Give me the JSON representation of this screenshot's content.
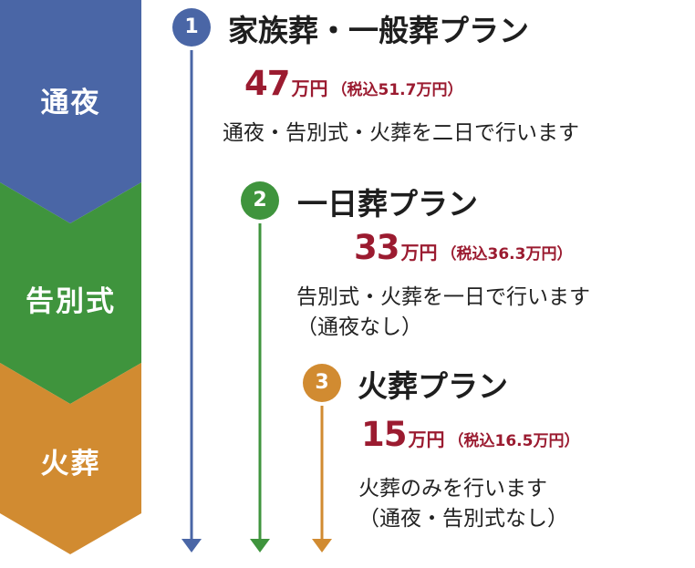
{
  "colors": {
    "stage1": "#4a66a6",
    "stage2": "#3f943d",
    "stage3": "#d18b31",
    "price": "#9b1b30"
  },
  "stages": [
    "通夜",
    "告別式",
    "火葬"
  ],
  "plans": [
    {
      "number": "1",
      "title": "家族葬・一般葬プラン",
      "price": "47",
      "unit": "万円",
      "tax": "（税込51.7万円）",
      "desc": [
        "通夜・告別式・火葬を二日で行います"
      ]
    },
    {
      "number": "2",
      "title": "一日葬プラン",
      "price": "33",
      "unit": "万円",
      "tax": "（税込36.3万円）",
      "desc": [
        "告別式・火葬を一日で行います",
        "（通夜なし）"
      ]
    },
    {
      "number": "3",
      "title": "火葬プラン",
      "price": "15",
      "unit": "万円",
      "tax": "（税込16.5万円）",
      "desc": [
        "火葬のみを行います",
        "（通夜・告別式なし）"
      ]
    }
  ]
}
